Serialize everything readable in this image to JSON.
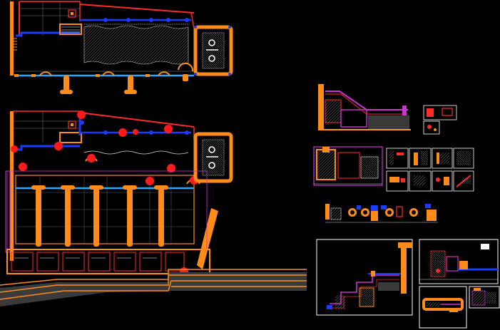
{
  "drawing": {
    "background": "#000000",
    "palette": {
      "wall": "#ff8c1a",
      "section": "#ff2b2b",
      "pipe": "#1a3cff",
      "water": "#22aaff",
      "detail": "#cc33cc",
      "hatch": "#555555",
      "frame": "#ffffff",
      "dim": "#d9d9d9"
    },
    "views": [
      {
        "id": "upper-section",
        "kind": "section"
      },
      {
        "id": "lower-section",
        "kind": "section"
      },
      {
        "id": "detail-stair",
        "kind": "detail"
      },
      {
        "id": "detail-panel-grid",
        "kind": "detail"
      },
      {
        "id": "detail-fittings-row",
        "kind": "detail"
      },
      {
        "id": "detail-sheet-a",
        "kind": "detail"
      },
      {
        "id": "detail-sheet-b",
        "kind": "detail"
      },
      {
        "id": "detail-sheet-c",
        "kind": "detail"
      },
      {
        "id": "detail-sheet-d",
        "kind": "detail"
      }
    ]
  }
}
